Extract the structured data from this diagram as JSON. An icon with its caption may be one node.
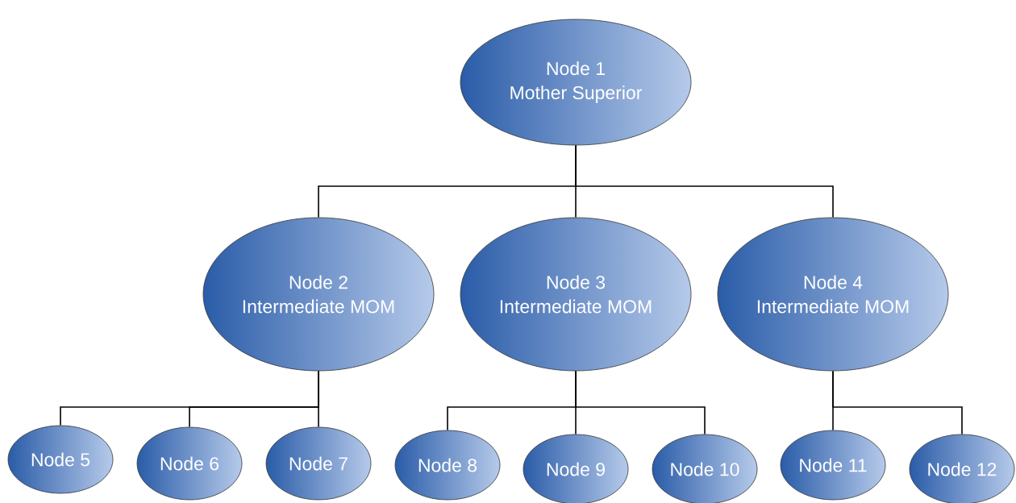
{
  "diagram": {
    "nodes": [
      {
        "text": [
          "Node 1",
          "Mother Superior"
        ]
      },
      {
        "text": [
          "Node 2",
          "Intermediate MOM"
        ]
      },
      {
        "text": [
          "Node 3",
          "Intermediate MOM"
        ]
      },
      {
        "text": [
          "Node 4",
          "Intermediate MOM"
        ]
      },
      {
        "text": [
          "Node 5"
        ]
      },
      {
        "text": [
          "Node 6"
        ]
      },
      {
        "text": [
          "Node 7"
        ]
      },
      {
        "text": [
          "Node 8"
        ]
      },
      {
        "text": [
          "Node 9"
        ]
      },
      {
        "text": [
          "Node 10"
        ]
      },
      {
        "text": [
          "Node 11"
        ]
      },
      {
        "text": [
          "Node 12"
        ]
      }
    ],
    "edges": [
      {
        "from": 0,
        "to": 1,
        "arrow": "none"
      },
      {
        "from": 0,
        "to": 2,
        "arrow": "none"
      },
      {
        "from": 0,
        "to": 3,
        "arrow": "none"
      },
      {
        "from": 1,
        "to": 4,
        "arrow": "none"
      },
      {
        "from": 1,
        "to": 5,
        "arrow": "none"
      },
      {
        "from": 1,
        "to": 6,
        "arrow": "none"
      },
      {
        "from": 2,
        "to": 7,
        "arrow": "none"
      },
      {
        "from": 2,
        "to": 8,
        "arrow": "none"
      },
      {
        "from": 2,
        "to": 9,
        "arrow": "none"
      },
      {
        "from": 3,
        "to": 10,
        "arrow": "none"
      },
      {
        "from": 3,
        "to": 11,
        "arrow": "none"
      }
    ]
  }
}
